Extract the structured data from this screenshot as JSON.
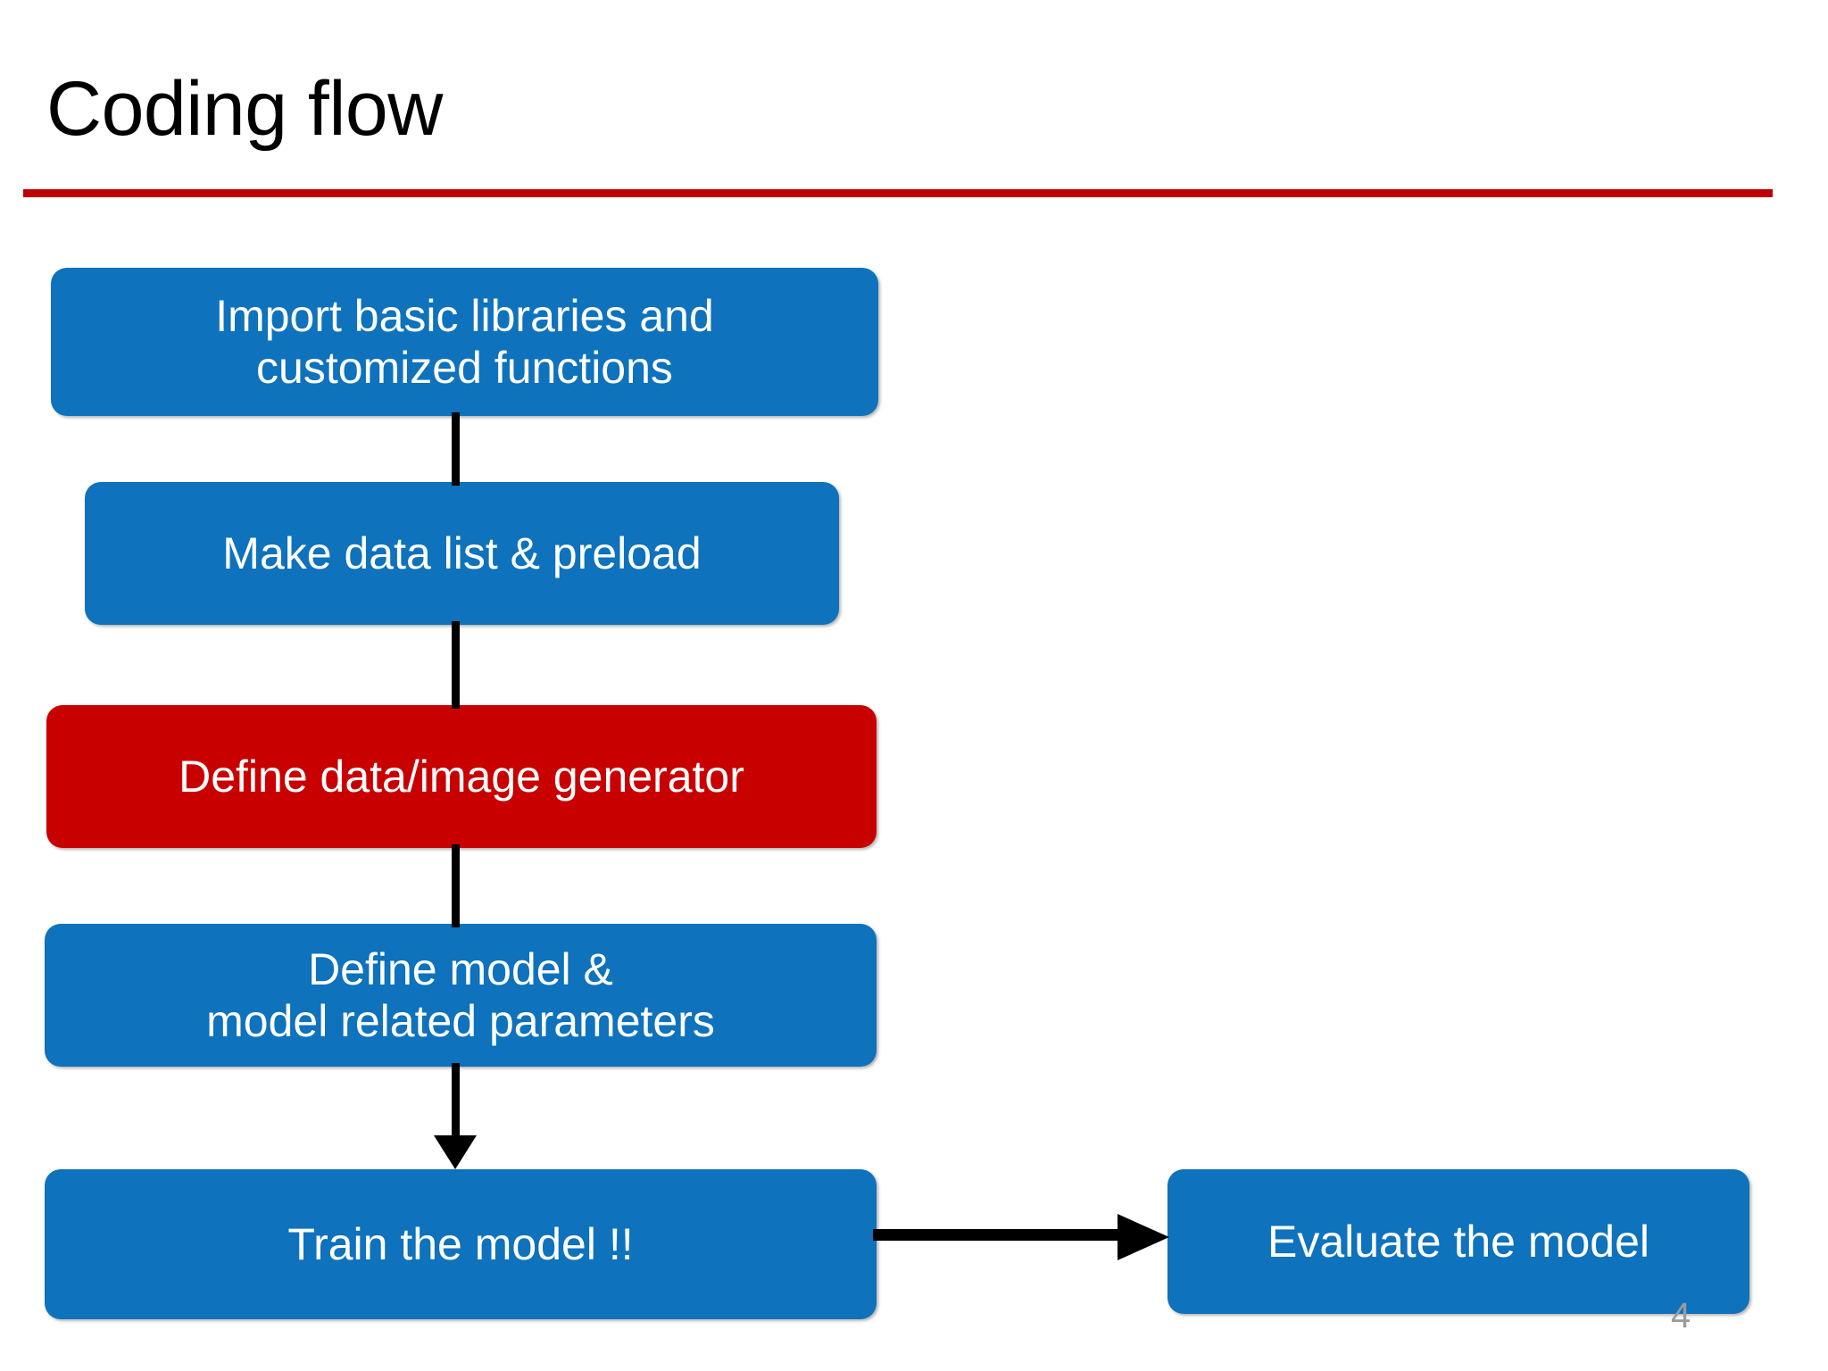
{
  "slide": {
    "title": "Coding flow",
    "page_number": "4",
    "accent_rule_color": "#C00000",
    "background_color": "#FFFFFF"
  },
  "colors": {
    "box_blue": "#0E72BC",
    "box_red": "#C80000",
    "box_text": "#FFFFFF",
    "connector": "#000000",
    "page_number": "#9A9A9A"
  },
  "flow": {
    "nodes": [
      {
        "id": "import",
        "label": "Import basic libraries and\ncustomized functions",
        "color": "#0E72BC"
      },
      {
        "id": "datalist",
        "label": "Make data list & preload",
        "color": "#0E72BC"
      },
      {
        "id": "generator",
        "label": "Define data/image generator",
        "color": "#C80000"
      },
      {
        "id": "model",
        "label": "Define model &\nmodel  related parameters",
        "color": "#0E72BC"
      },
      {
        "id": "train",
        "label": "Train the model !!",
        "color": "#0E72BC"
      },
      {
        "id": "evaluate",
        "label": "Evaluate the model",
        "color": "#0E72BC"
      }
    ],
    "edges": [
      {
        "from": "import",
        "to": "datalist",
        "style": "line",
        "direction": "down"
      },
      {
        "from": "datalist",
        "to": "generator",
        "style": "line",
        "direction": "down"
      },
      {
        "from": "generator",
        "to": "model",
        "style": "line",
        "direction": "down"
      },
      {
        "from": "model",
        "to": "train",
        "style": "arrow",
        "direction": "down"
      },
      {
        "from": "train",
        "to": "evaluate",
        "style": "arrow",
        "direction": "right"
      }
    ]
  }
}
